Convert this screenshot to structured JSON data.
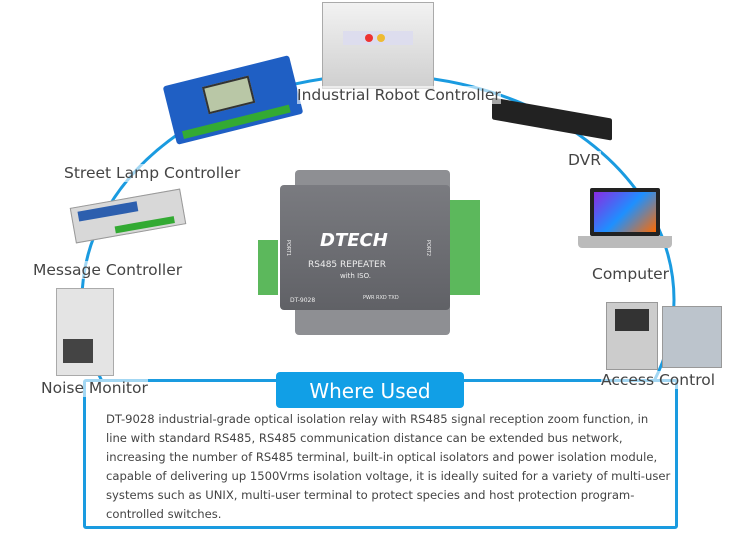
{
  "title": "Where Used",
  "description": "DT-9028 industrial-grade optical isolation relay with RS485 signal reception zoom function, in line with standard RS485, RS485 communication distance can be extended bus network, increasing the number of RS485 terminal, built-in optical isolators and power isolation module, capable of delivering up 1500Vrms isolation voltage, it is ideally suited for a variety of multi-user systems such as UNIX, multi-user terminal to protect species and host protection program-controlled switches.",
  "labels": {
    "robot": "Industrial Robot Controller",
    "dvr": "DVR",
    "street_lamp": "Street Lamp Controller",
    "computer": "Computer",
    "message": "Message Controller",
    "access": "Access Control",
    "noise": "Noise Monitor"
  },
  "device": {
    "brand": "DTECH",
    "name": "RS485 REPEATER",
    "sub": "with ISO.",
    "model": "DT-9028",
    "leds": "PWR RXD TXD",
    "port1": "PORT1",
    "port2": "PORT2"
  },
  "colors": {
    "accent": "#119fe6",
    "ring": "#1a9be0"
  }
}
